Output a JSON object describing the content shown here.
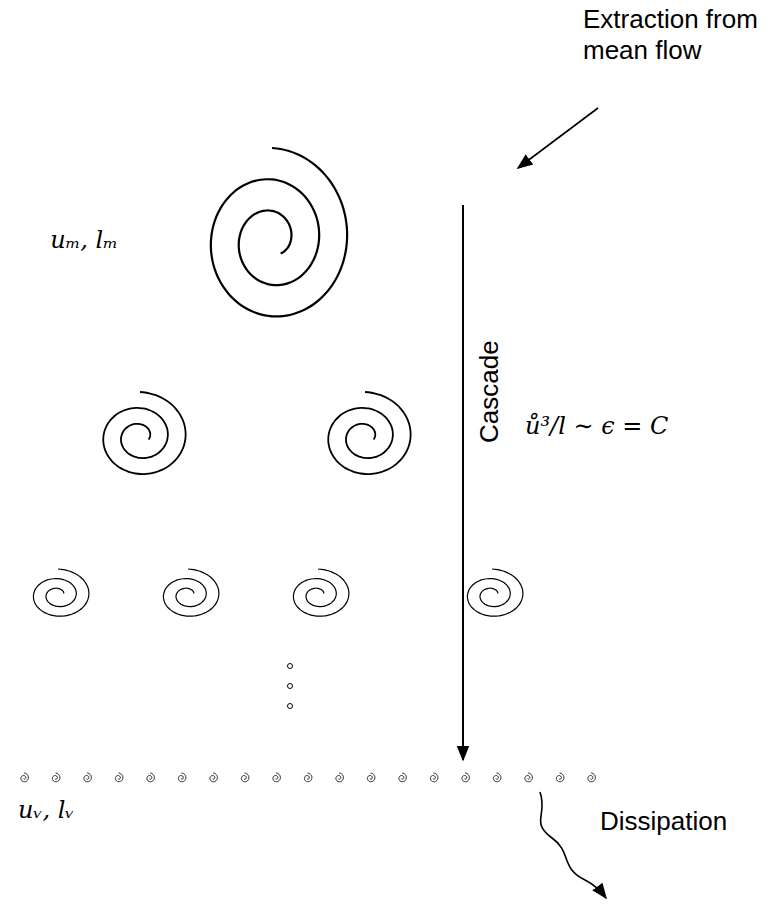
{
  "diagram": {
    "labels": [
      "Extraction from mean flow",
      "uₘ, lₘ",
      "Cascade",
      "ů³/l ∼ ϵ = C",
      "uᵥ, lᵥ",
      "Dissipation"
    ]
  }
}
